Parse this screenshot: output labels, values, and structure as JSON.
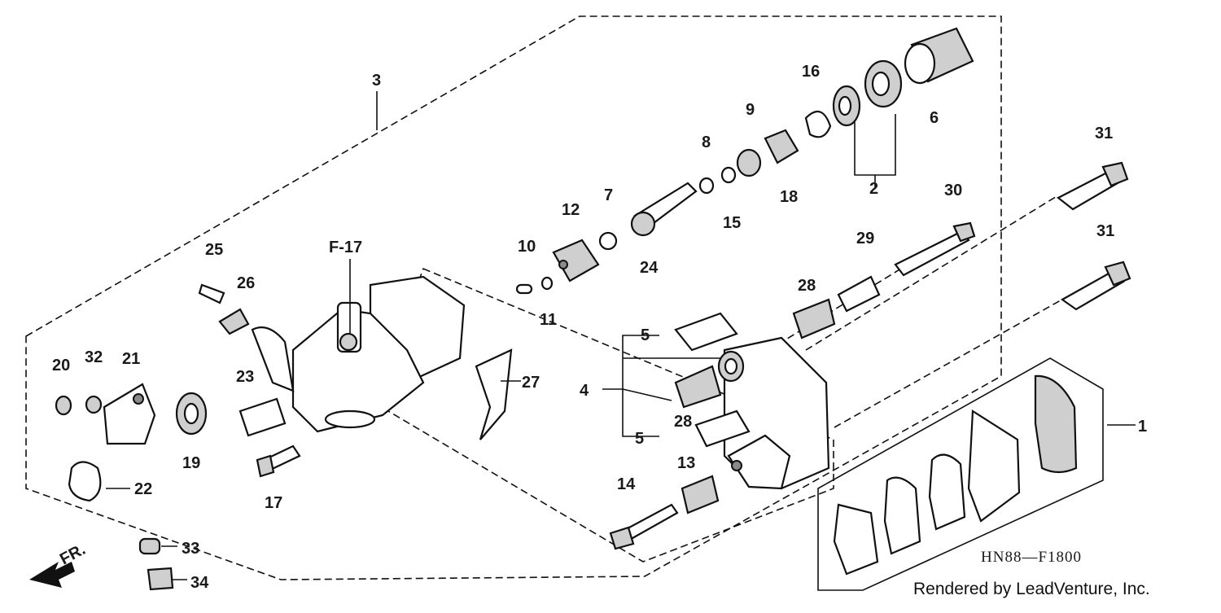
{
  "diagram": {
    "reference_tag": "F-17",
    "diagram_code": "HN88—F1800",
    "credit": "Rendered by LeadVenture, Inc.",
    "direction_label": "FR.",
    "callouts": [
      "1",
      "2",
      "3",
      "4",
      "5",
      "5",
      "6",
      "7",
      "8",
      "9",
      "10",
      "11",
      "12",
      "13",
      "14",
      "15",
      "16",
      "17",
      "18",
      "19",
      "20",
      "21",
      "22",
      "23",
      "24",
      "25",
      "26",
      "27",
      "28",
      "28",
      "29",
      "30",
      "31",
      "31",
      "32",
      "33",
      "34"
    ]
  }
}
